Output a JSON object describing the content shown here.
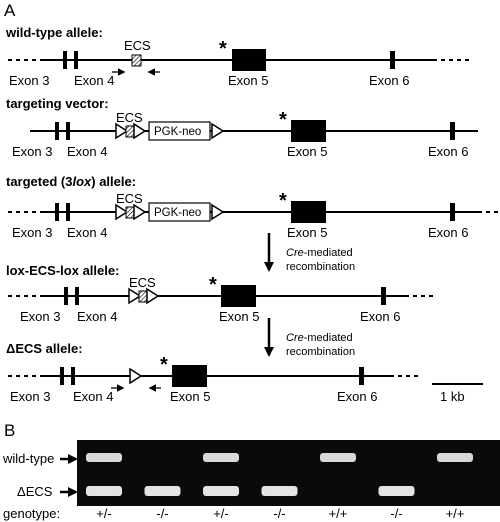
{
  "panel_a": {
    "label": "A",
    "rows": [
      {
        "title": "wild-type allele:",
        "exons": [
          "Exon 3",
          "Exon 4",
          "Exon 5",
          "Exon 6"
        ],
        "ecs": "ECS",
        "asterisk": "*"
      },
      {
        "title": "targeting vector:",
        "exons": [
          "Exon 3",
          "Exon 4",
          "Exon 5",
          "Exon 6"
        ],
        "ecs": "ECS",
        "cassette": "PGK-neo",
        "asterisk": "*"
      },
      {
        "title_prefix": "targeted (3",
        "title_italic": "lox",
        "title_suffix": ") allele:",
        "exons": [
          "Exon 3",
          "Exon 4",
          "Exon 5",
          "Exon 6"
        ],
        "ecs": "ECS",
        "cassette": "PGK-neo",
        "asterisk": "*"
      },
      {
        "title": "lox-ECS-lox allele:",
        "exons": [
          "Exon 3",
          "Exon 4",
          "Exon 5",
          "Exon 6"
        ],
        "ecs": "ECS",
        "asterisk": "*"
      },
      {
        "title_symbol": "Δ",
        "title": "ECS allele:",
        "exons": [
          "Exon 3",
          "Exon 4",
          "Exon 5",
          "Exon 6"
        ],
        "asterisk": "*"
      }
    ],
    "recombination": {
      "italic": "Cre",
      "line1_suffix": "-mediated",
      "line2": "recombination"
    },
    "scale_bar": "1 kb"
  },
  "panel_b": {
    "label": "B",
    "band_labels": {
      "upper": "wild-type",
      "lower_symbol": "Δ",
      "lower": "ECS"
    },
    "genotype_label": "genotype:",
    "lanes": [
      {
        "genotype": "+/-",
        "wild_type_band": true,
        "delta_ecs_band": true
      },
      {
        "genotype": "-/-",
        "wild_type_band": false,
        "delta_ecs_band": true
      },
      {
        "genotype": "+/-",
        "wild_type_band": true,
        "delta_ecs_band": true
      },
      {
        "genotype": "-/-",
        "wild_type_band": false,
        "delta_ecs_band": true
      },
      {
        "genotype": "+/+",
        "wild_type_band": true,
        "delta_ecs_band": false
      },
      {
        "genotype": "-/-",
        "wild_type_band": false,
        "delta_ecs_band": true
      },
      {
        "genotype": "+/+",
        "wild_type_band": true,
        "delta_ecs_band": false
      }
    ]
  }
}
